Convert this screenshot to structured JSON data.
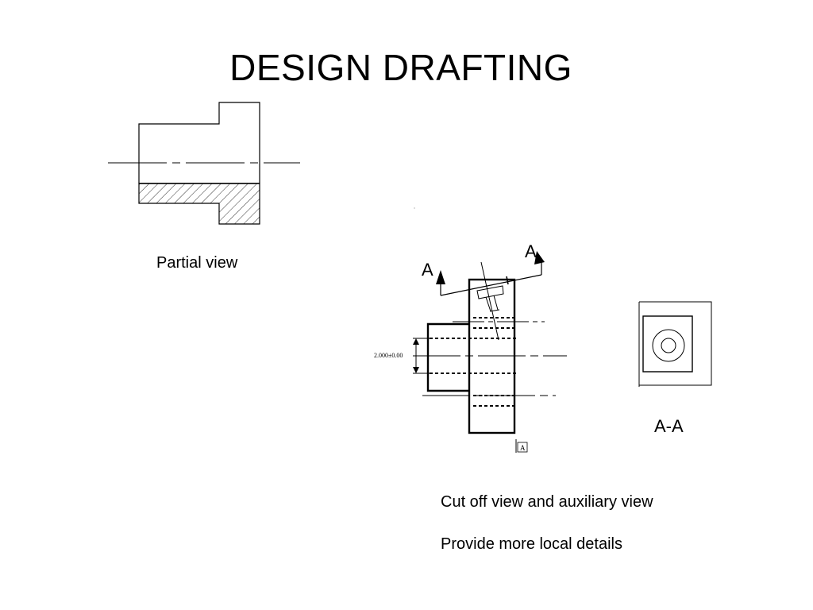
{
  "slide": {
    "title": "DESIGN DRAFTING",
    "caption_partial_view": "Partial view",
    "caption_section": "A-A",
    "caption_cut_off": "Cut off view and auxiliary view",
    "caption_local_details": "Provide more local details"
  },
  "drawing": {
    "section_label_left": "A",
    "section_label_right": "A",
    "dimension_text": "2.000±0.00",
    "datum_label": "A",
    "stroke_color": "#000000"
  }
}
